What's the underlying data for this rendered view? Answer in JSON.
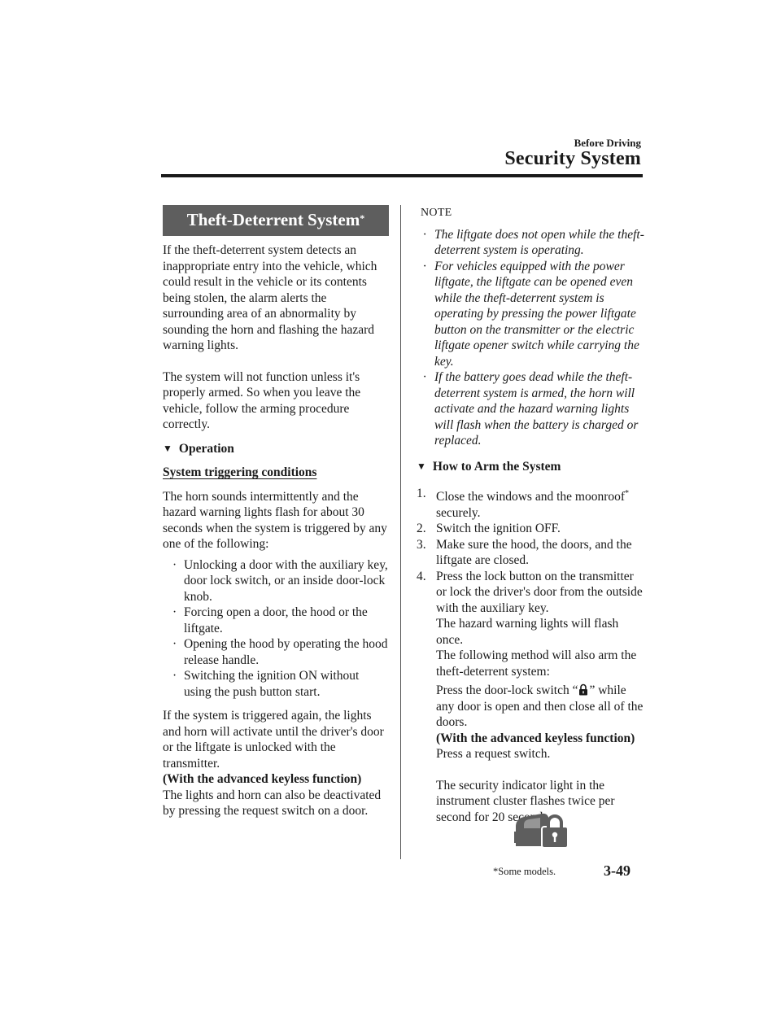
{
  "header": {
    "chapter": "Before Driving",
    "section": "Security System"
  },
  "left_column": {
    "banner_title": "Theft-Deterrent System",
    "banner_mark": "*",
    "intro_1": "If the theft-deterrent system detects an inappropriate entry into the vehicle, which could result in the vehicle or its contents being stolen, the alarm alerts the surrounding area of an abnormality by sounding the horn and flashing the hazard warning lights.",
    "intro_2": "The system will not function unless it's properly armed. So when you leave the vehicle, follow the arming procedure correctly.",
    "operation_heading": "Operation",
    "triggering_heading": "System triggering conditions",
    "triggering_text": "The horn sounds intermittently and the hazard warning lights flash for about 30 seconds when the system is triggered by any one of the following:",
    "conditions": [
      "Unlocking a door with the auxiliary key, door lock switch, or an inside door-lock knob.",
      "Forcing open a door, the hood or the liftgate.",
      "Opening the hood by operating the hood release handle.",
      "Switching the ignition ON without using the push button start."
    ],
    "retrigger_text": "If the system is triggered again, the lights and horn will activate until the driver's door or the liftgate is unlocked with the transmitter.",
    "keyless_heading": "(With the advanced keyless function)",
    "keyless_text": "The lights and horn can also be deactivated by pressing the request switch on a door."
  },
  "right_column": {
    "note_label": "NOTE",
    "notes": [
      "The liftgate does not open while the theft-deterrent system is operating.",
      "For vehicles equipped with the power liftgate, the liftgate can be opened even while the theft-deterrent system is operating by pressing the power liftgate button on the transmitter or the electric liftgate opener switch while carrying the key.",
      "If the battery goes dead while the theft-deterrent system is armed, the horn will activate and the hazard warning lights will flash when the battery is charged or replaced."
    ],
    "arm_heading": "How to Arm the System",
    "steps": [
      {
        "num": "1.",
        "text": "Close the windows and the moonroof",
        "mark": "*",
        "text_after": "securely."
      },
      {
        "num": "2.",
        "text": "Switch the ignition OFF."
      },
      {
        "num": "3.",
        "text": "Make sure the hood, the doors, and the liftgate are closed."
      },
      {
        "num": "4.",
        "text": "Press the lock button on the transmitter or lock the driver's door from the outside with the auxiliary key."
      }
    ],
    "step4_result": "The hazard warning lights will flash once.",
    "step4_alt_intro": "The following method will also arm the theft-deterrent system:",
    "step4_alt_before": "Press the door-lock switch “",
    "step4_alt_after": "” while any door is open and then close all of the doors.",
    "step4_keyless_heading": "(With the advanced keyless function)",
    "step4_keyless_text": "Press a request switch.",
    "indicator_text": "The security indicator light in the instrument cluster flashes twice per second for 20 seconds."
  },
  "footer": {
    "note": "*Some models.",
    "page_number": "3-49"
  }
}
